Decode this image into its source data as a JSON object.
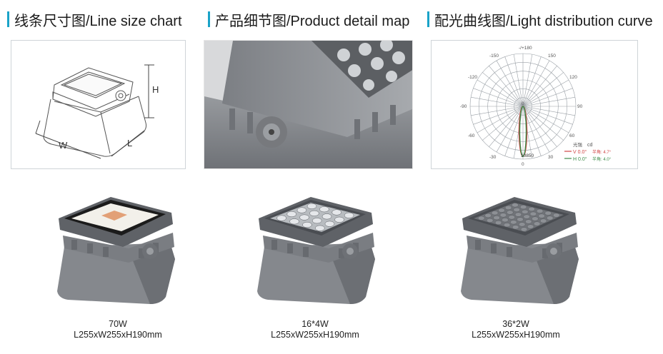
{
  "sections": [
    {
      "title": "线条尺寸图/Line size chart"
    },
    {
      "title": "产品细节图/Product detail map"
    },
    {
      "title": "配光曲线图/Light distribution curve"
    }
  ],
  "line_chart": {
    "h_label": "H",
    "w_label": "W",
    "l_label": "L"
  },
  "polar": {
    "angle_labels": [
      "-/+180",
      "-150",
      "150",
      "-120",
      "120",
      "-90",
      "90",
      "-60",
      "60",
      "-30",
      "30",
      "0"
    ],
    "center_value": "0",
    "scale_value": "10850",
    "unit_prefix": "光强",
    "unit": "cd",
    "legend": [
      {
        "prefix": "V 0.0°",
        "note": "半角: 4.7°",
        "color": "#d04545"
      },
      {
        "prefix": "H 0.0°",
        "note": "半角: 4.0°",
        "color": "#3e8c4a"
      }
    ]
  },
  "colors": {
    "accent": "#1aa3c8",
    "housing": "#8a8d92"
  },
  "products": [
    {
      "power": "70W",
      "dims": "L255xW255xH190mm",
      "lens": "single-cob"
    },
    {
      "power": "16*4W",
      "dims": "L255xW255xH190mm",
      "lens": "lens-array-4x4"
    },
    {
      "power": "36*2W",
      "dims": "L255xW255xH190mm",
      "lens": "lens-array-6x6"
    }
  ]
}
